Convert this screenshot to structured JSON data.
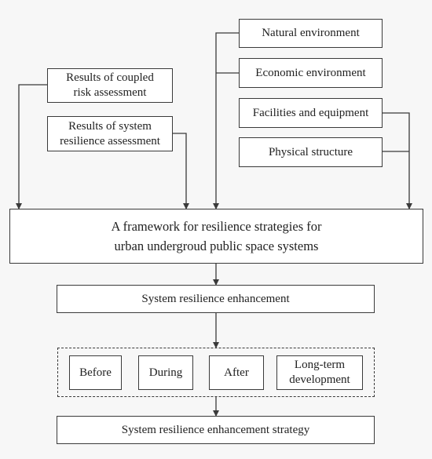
{
  "nodes": {
    "natural_env": "Natural environment",
    "economic_env": "Economic environment",
    "facilities": "Facilities and equipment",
    "physical": "Physical structure",
    "coupled_risk": "Results of coupled\nrisk assessment",
    "system_resilience_assessment": "Results of system\nresilience assessment",
    "framework": "A framework for resilience strategies for\nurban undergroud public space systems",
    "enhancement": "System resilience enhancement",
    "before": "Before",
    "during": "During",
    "after": "After",
    "long_term": "Long-term\ndevelopment",
    "strategy": "System resilience enhancement strategy"
  },
  "colors": {
    "line": "#3a3a3a",
    "box_fill": "#ffffff",
    "background": "#f7f7f7"
  }
}
